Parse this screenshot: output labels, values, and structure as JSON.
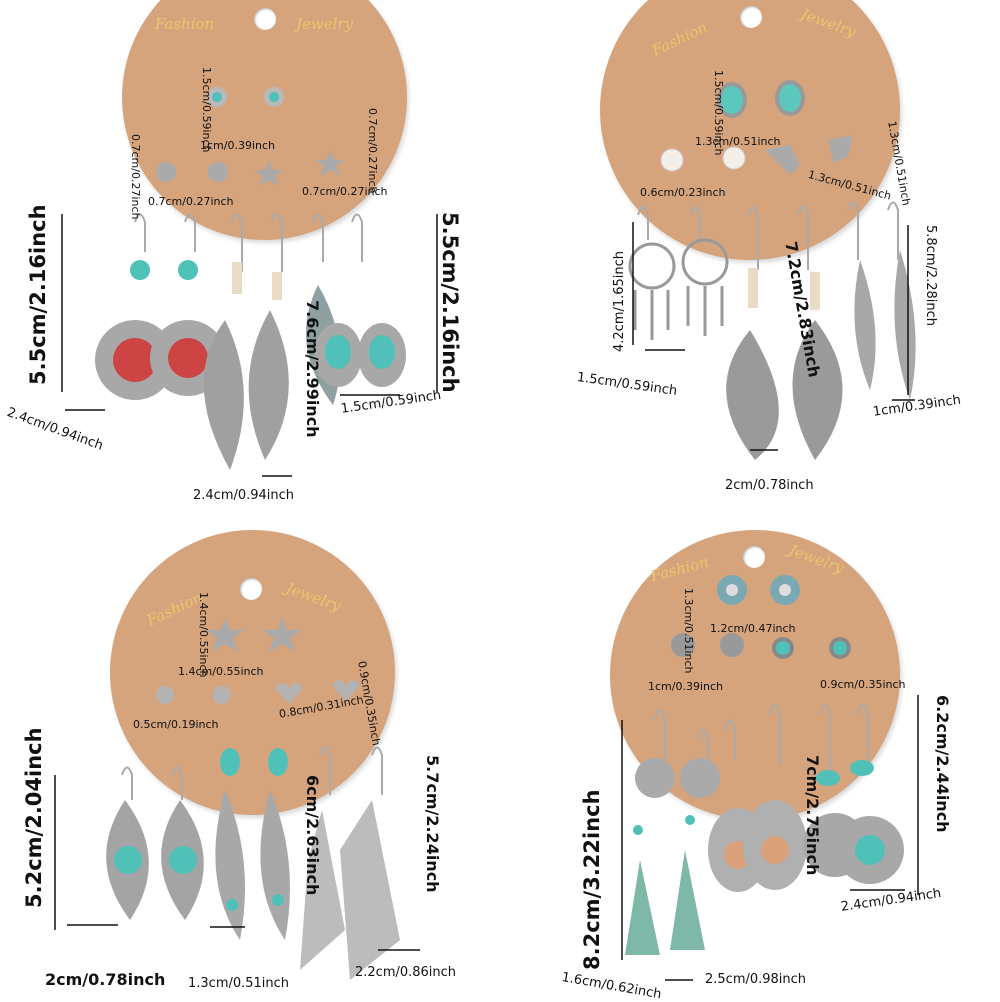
{
  "card_brand": {
    "word1": "Fashion",
    "word2": "Jewelry"
  },
  "colors": {
    "card": "#d6a47c",
    "silver": "#b9b9b9",
    "turquoise": "#4fc1b8",
    "brand_gold": "#e8c66a"
  },
  "panels": [
    {
      "labels": [
        "1.5cm/0.59inch",
        "1cm/0.39inch",
        "0.7cm/0.27inch",
        "0.7cm/0.27inch",
        "0.7cm/0.27inch",
        "0.7cm/0.27inch",
        "5.5cm/2.16inch",
        "5.5cm/2.16inch",
        "7.6cm/2.99inch",
        "2.4cm/0.94inch",
        "2.4cm/0.94inch",
        "1.5cm/0.59inch"
      ]
    },
    {
      "labels": [
        "1.5cm/0.59inch",
        "1.3cm/0.51inch",
        "1.3cm/0.51inch",
        "1.3cm/0.51inch",
        "0.6cm/0.23inch",
        "4.2cm/1.65inch",
        "1.5cm/0.59inch",
        "7.2cm/2.83inch",
        "5.8cm/2.28inch",
        "2cm/0.78inch",
        "1cm/0.39inch"
      ]
    },
    {
      "labels": [
        "1.4cm/0.55inch",
        "1.4cm/0.55inch",
        "0.5cm/0.19inch",
        "0.8cm/0.31inch",
        "0.9cm/0.35inch",
        "5.2cm/2.04inch",
        "6cm/2.63inch",
        "5.7cm/2.24inch",
        "2cm/0.78inch",
        "1.3cm/0.51inch",
        "2.2cm/0.86inch"
      ]
    },
    {
      "labels": [
        "1.3cm/0.51inch",
        "1.2cm/0.47inch",
        "1cm/0.39inch",
        "0.9cm/0.35inch",
        "8.2cm/3.22inch",
        "7cm/2.75inch",
        "6.2cm/2.44inch",
        "1.6cm/0.62inch",
        "2.5cm/0.98inch",
        "2.4cm/0.94inch"
      ]
    }
  ]
}
